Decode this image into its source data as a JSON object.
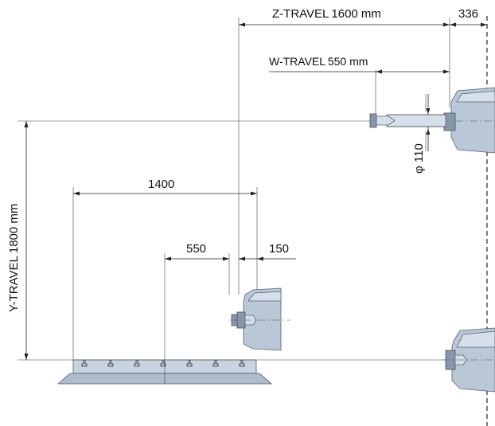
{
  "labels": {
    "z_travel": "Z-TRAVEL 1600 mm",
    "z_offset": "336",
    "w_travel": "W-TRAVEL 550 mm",
    "y_travel": "Y-TRAVEL 1800 mm",
    "spindle_diameter": "φ 110",
    "table_width": "1400",
    "table_offset": "550",
    "spindle_offset": "150"
  },
  "colors": {
    "machine_body": "#b9c7d7",
    "machine_dark": "#8796a8",
    "lines": "#222222"
  }
}
